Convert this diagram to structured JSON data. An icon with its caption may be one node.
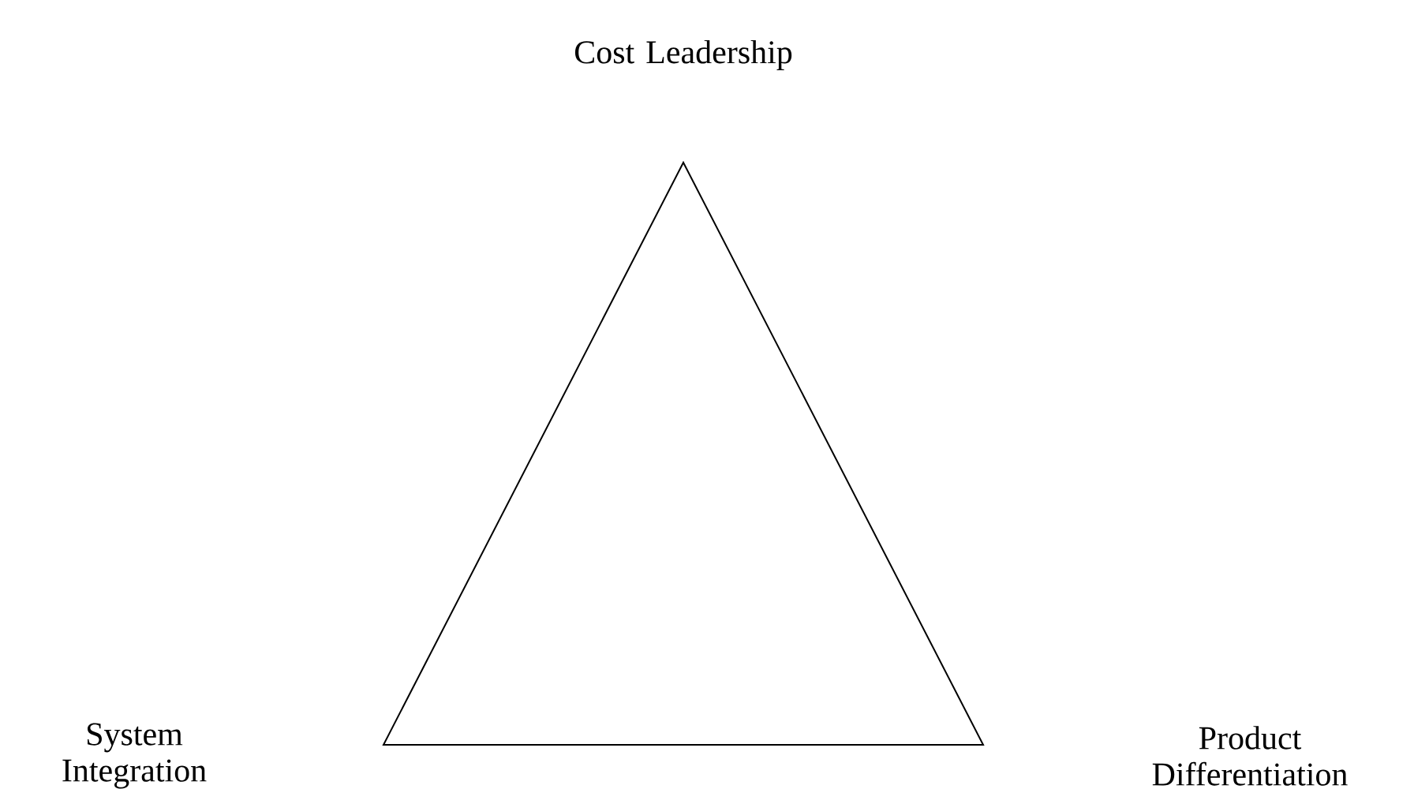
{
  "diagram": {
    "nodes": [
      {
        "text": [],
        "shape": "triangle"
      }
    ],
    "labels": [
      "Cost Leadership",
      "System Integration",
      "Product Differentiation"
    ]
  }
}
